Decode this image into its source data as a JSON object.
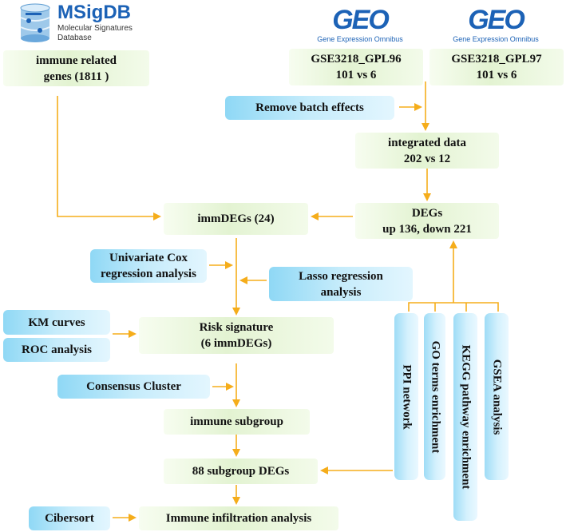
{
  "logos": {
    "msigdb": {
      "title": "MSigDB",
      "subtitle_line1": "Molecular Signatures",
      "subtitle_line2": "Database"
    },
    "geo1": {
      "word": "GEO",
      "caption": "Gene Expression Omnibus"
    },
    "geo2": {
      "word": "GEO",
      "caption": "Gene Expression Omnibus"
    }
  },
  "nodes": {
    "immune_genes": {
      "line1": "immune related",
      "line2": "genes (1811 )"
    },
    "gpl96": {
      "line1": "GSE3218_GPL96",
      "line2": "101 vs 6"
    },
    "gpl97": {
      "line1": "GSE3218_GPL97",
      "line2": "101 vs 6"
    },
    "remove_batch": {
      "line1": "Remove batch effects"
    },
    "integrated": {
      "line1": "integrated data",
      "line2": "202 vs 12"
    },
    "immdegs": {
      "line1": "immDEGs (24)"
    },
    "degs": {
      "line1": "DEGs",
      "line2": "up 136, down 221"
    },
    "univariate": {
      "line1": "Univariate Cox",
      "line2": "regression analysis"
    },
    "lasso": {
      "line1": "Lasso regression",
      "line2": "analysis"
    },
    "km": {
      "line1": "KM curves"
    },
    "roc": {
      "line1": "ROC analysis"
    },
    "risk": {
      "line1": "Risk signature",
      "line2": "(6 immDEGs)"
    },
    "consensus": {
      "line1": "Consensus Cluster"
    },
    "subgroup": {
      "line1": "immune subgroup"
    },
    "subgroup_degs": {
      "line1": "88 subgroup DEGs"
    },
    "cibersort": {
      "line1": "Cibersort"
    },
    "infiltration": {
      "line1": "Immune infiltration analysis"
    },
    "ppi": {
      "label": "PPI network"
    },
    "go": {
      "label": "GO terms enrichment"
    },
    "kegg": {
      "label": "KEGG pathway enrichment"
    },
    "gsea": {
      "label": "GSEA analysis"
    }
  },
  "colors": {
    "arrow": "#f5ad1b",
    "green_box": "#e3f3d2",
    "blue_box": "#b8e7fa",
    "logo_blue": "#1c62b6"
  }
}
